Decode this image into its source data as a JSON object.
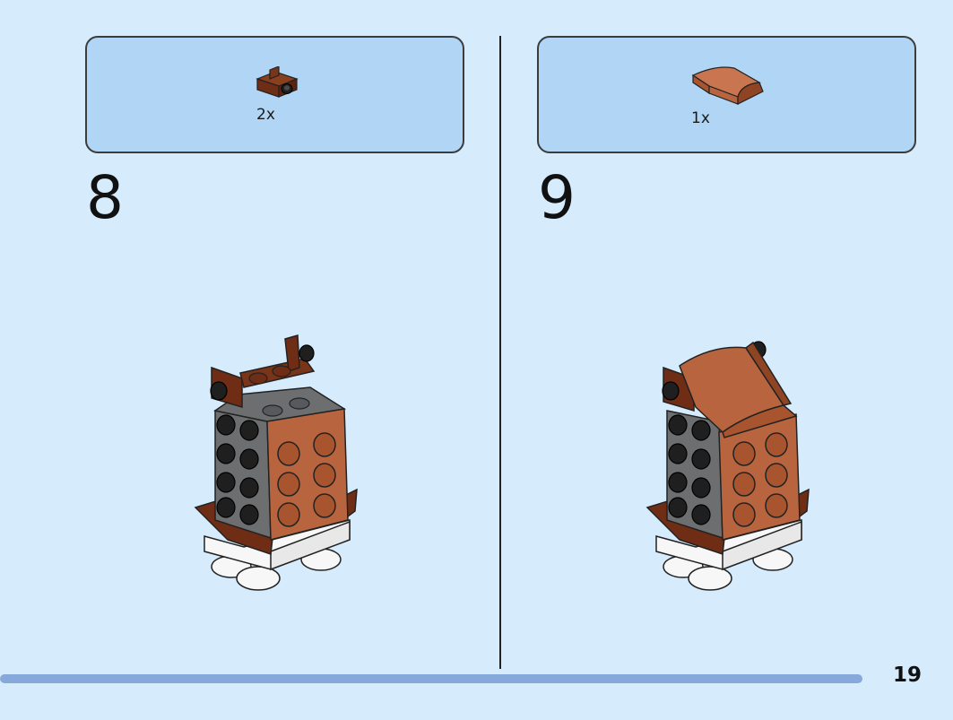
{
  "steps": [
    {
      "number": "8",
      "parts": [
        {
          "quantity": "2x",
          "icon": "brown-bracket-plate-icon"
        }
      ]
    },
    {
      "number": "9",
      "parts": [
        {
          "quantity": "1x",
          "icon": "brown-curved-slope-icon"
        }
      ]
    }
  ],
  "page": {
    "number": "19"
  },
  "colors": {
    "background": "#d6ebfb",
    "parts_panel": "#b1d6f5",
    "progress_bar": "#86a8da",
    "reddish_brown": "#6e2d14",
    "medium_nougat": "#b8653f",
    "dark_bluish_gray": "#6c6e70",
    "black": "#1f1f1f",
    "white": "#f7f7f7"
  }
}
